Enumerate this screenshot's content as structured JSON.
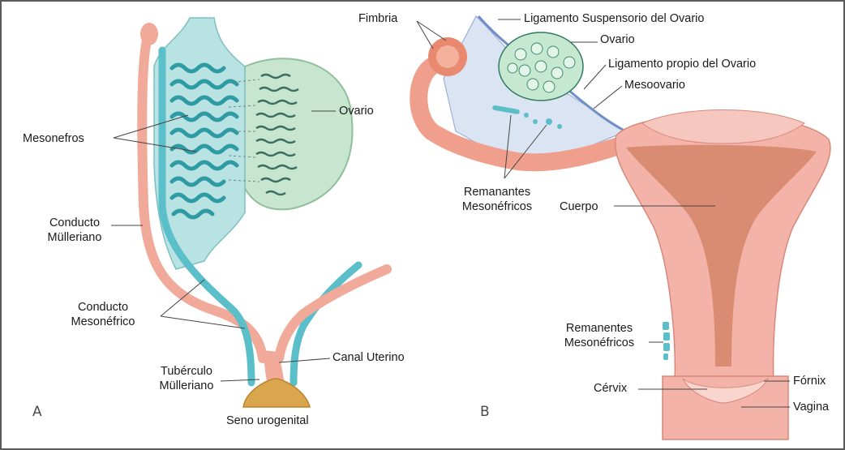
{
  "panel_a": {
    "letter": "A",
    "labels": {
      "mesonefros": "Mesonefros",
      "ovario": "Ovario",
      "conducto_mulleriano_1": "Conducto",
      "conducto_mulleriano_2": "Mülleriano",
      "conducto_mesonefrico_1": "Conducto",
      "conducto_mesonefrico_2": "Mesonéfrico",
      "tuberculo_1": "Tubérculo",
      "tuberculo_2": "Mülleriano",
      "canal_uterino": "Canal Uterino",
      "seno_urogenital": "Seno urogenital"
    }
  },
  "panel_b": {
    "letter": "B",
    "labels": {
      "fimbria": "Fimbria",
      "ligamento_suspensorio": "Ligamento Suspensorio del Ovario",
      "ovario": "Ovario",
      "ligamento_propio": "Ligamento propio del Ovario",
      "mesoovario": "Mesoovario",
      "remanantes_1": "Remanantes",
      "remanantes_2": "Mesonéfricos",
      "cuerpo": "Cuerpo",
      "remanentes_1": "Remanentes",
      "remanentes_2": "Mesonéfricos",
      "cervix": "Cérvix",
      "fornix": "Fórnix",
      "vagina": "Vagina"
    }
  }
}
